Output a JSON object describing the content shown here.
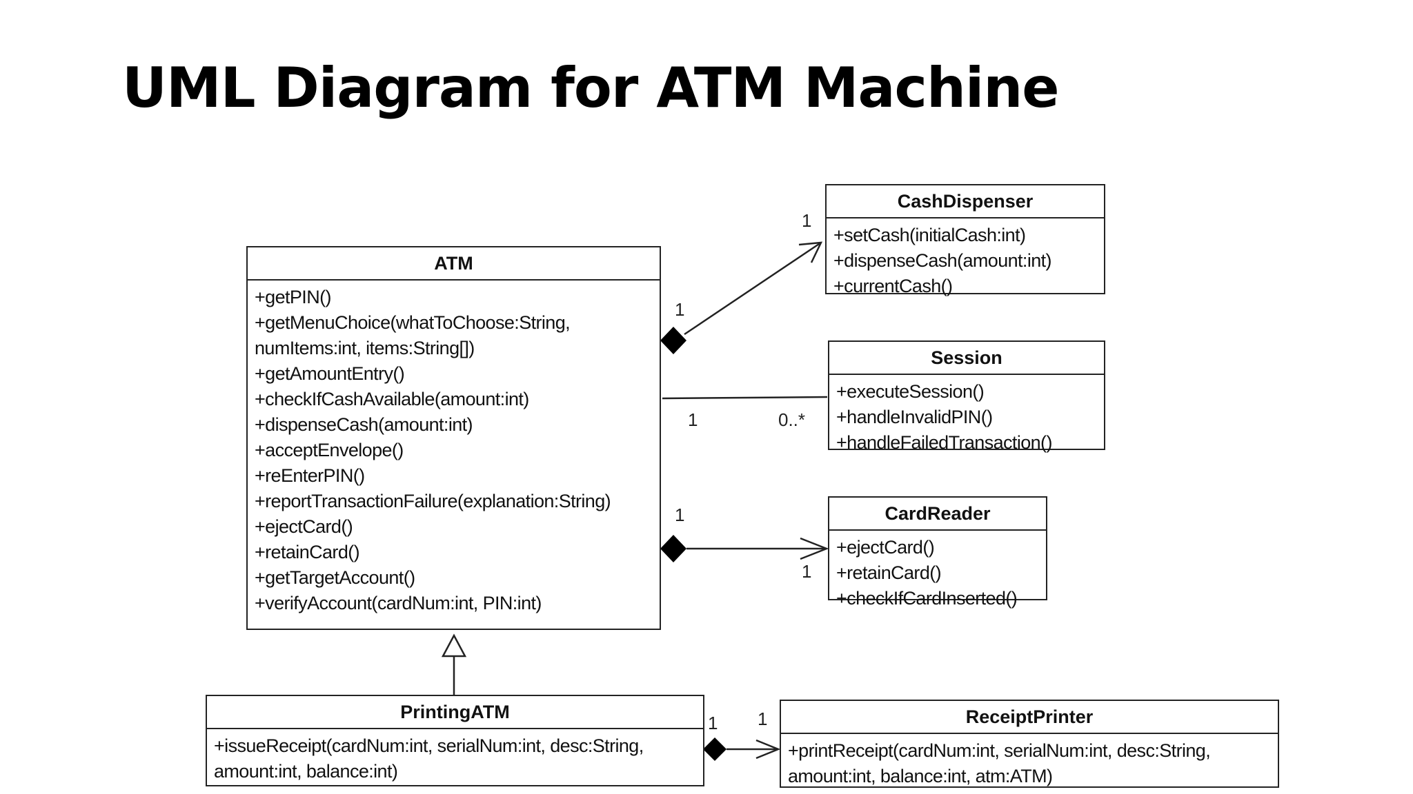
{
  "slide": {
    "title": "UML Diagram for ATM Machine"
  },
  "classes": {
    "atm": {
      "name": "ATM",
      "operations": [
        "+getPIN()",
        "+getMenuChoice(whatToChoose:String,",
        "numItems:int, items:String[])",
        "+getAmountEntry()",
        "+checkIfCashAvailable(amount:int)",
        "+dispenseCash(amount:int)",
        "+acceptEnvelope()",
        "+reEnterPIN()",
        "+reportTransactionFailure(explanation:String)",
        "+ejectCard()",
        "+retainCard()",
        "+getTargetAccount()",
        "+verifyAccount(cardNum:int, PIN:int)"
      ]
    },
    "cash_dispenser": {
      "name": "CashDispenser",
      "operations": [
        "+setCash(initialCash:int)",
        "+dispenseCash(amount:int)",
        "+currentCash()"
      ]
    },
    "session": {
      "name": "Session",
      "operations": [
        "+executeSession()",
        "+handleInvalidPIN()",
        "+handleFailedTransaction()"
      ]
    },
    "card_reader": {
      "name": "CardReader",
      "operations": [
        "+ejectCard()",
        "+retainCard()",
        "+checkIfCardInserted()"
      ]
    },
    "printing_atm": {
      "name": "PrintingATM",
      "operations": [
        "+issueReceipt(cardNum:int, serialNum:int, desc:String,",
        "amount:int, balance:int)"
      ]
    },
    "receipt_printer": {
      "name": "ReceiptPrinter",
      "operations": [
        "+printReceipt(cardNum:int, serialNum:int, desc:String,",
        "amount:int, balance:int, atm:ATM)"
      ]
    }
  },
  "multiplicities": {
    "atm_cash_dispenser_atm_end": "1",
    "atm_cash_dispenser_dispenser_end": "1",
    "atm_session_atm_end": "1",
    "atm_session_session_end": "0..*",
    "atm_card_reader_atm_end": "1",
    "atm_card_reader_reader_end": "1",
    "printing_receipt_printing_end": "1",
    "printing_receipt_printer_end": "1"
  },
  "colors": {
    "line": "#222222",
    "text": "#111111",
    "background": "#ffffff"
  }
}
